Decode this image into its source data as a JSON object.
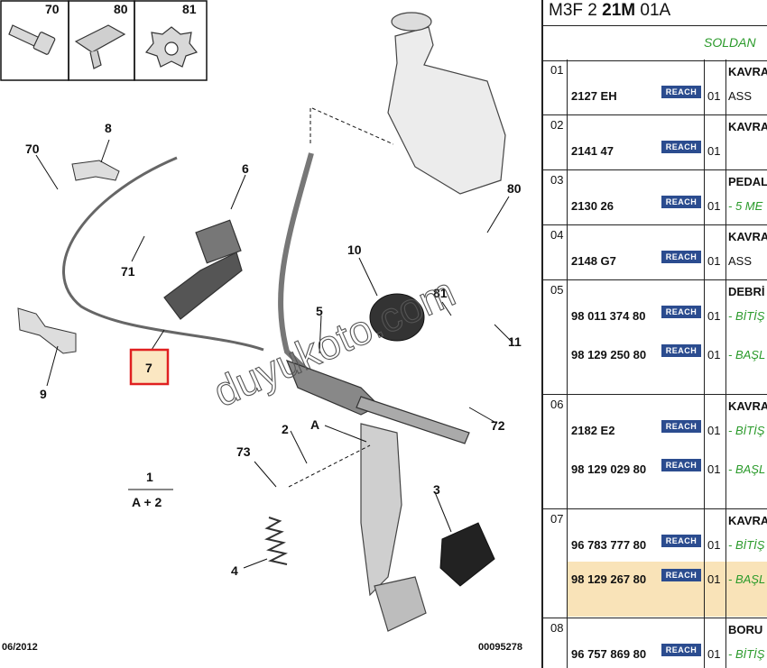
{
  "diagram": {
    "callouts": [
      "70",
      "80",
      "81",
      "8",
      "70",
      "6",
      "71",
      "9",
      "7",
      "10",
      "80",
      "81",
      "11",
      "5",
      "72",
      "2",
      "73",
      "A",
      "1",
      "A + 2",
      "3",
      "4"
    ],
    "selected_callout": "7",
    "footer_left": "06/2012",
    "footer_right": "00095278",
    "watermark": "duyukoto.com"
  },
  "reference": {
    "prefix": "M3F 2 ",
    "code": "21M",
    "suffix": " 01A",
    "subtitle": "SOLDAN"
  },
  "rows": [
    {
      "no": "01",
      "title": "KAVRA",
      "entries": [
        {
          "part": "2127 EH",
          "badge": "REACH",
          "qty": "01",
          "desc": "ASS",
          "green": false
        }
      ]
    },
    {
      "no": "02",
      "title": "KAVRA",
      "entries": [
        {
          "part": "2141 47",
          "badge": "REACH",
          "qty": "01",
          "desc": "",
          "green": false
        }
      ]
    },
    {
      "no": "03",
      "title": "PEDAL",
      "entries": [
        {
          "part": "2130 26",
          "badge": "REACH",
          "qty": "01",
          "desc": "- 5 ME",
          "green": true
        }
      ]
    },
    {
      "no": "04",
      "title": "KAVRA",
      "entries": [
        {
          "part": "2148 G7",
          "badge": "REACH",
          "qty": "01",
          "desc": "ASS",
          "green": false
        }
      ]
    },
    {
      "no": "05",
      "title": "DEBRİ",
      "entries": [
        {
          "part": "98 011 374 80",
          "badge": "REACH",
          "qty": "01",
          "desc": "- BİTİŞ",
          "green": true
        },
        {
          "part": "98 129 250 80",
          "badge": "REACH",
          "qty": "01",
          "desc": "- BAŞL",
          "green": true
        }
      ]
    },
    {
      "no": "06",
      "title": "KAVRA",
      "entries": [
        {
          "part": "2182 E2",
          "badge": "REACH",
          "qty": "01",
          "desc": "- BİTİŞ",
          "green": true
        },
        {
          "part": "98 129 029 80",
          "badge": "REACH",
          "qty": "01",
          "desc": "- BAŞL",
          "green": true
        }
      ]
    },
    {
      "no": "07",
      "title": "KAVRA",
      "entries": [
        {
          "part": "96 783 777 80",
          "badge": "REACH",
          "qty": "01",
          "desc": "- BİTİŞ",
          "green": true
        },
        {
          "part": "98 129 267 80",
          "badge": "REACH",
          "qty": "01",
          "desc": "- BAŞL",
          "green": true
        }
      ]
    },
    {
      "no": "08",
      "title": "BORU",
      "entries": [
        {
          "part": "96 757 869 80",
          "badge": "REACH",
          "qty": "01",
          "desc": "- BİTİŞ",
          "green": true
        }
      ]
    }
  ]
}
